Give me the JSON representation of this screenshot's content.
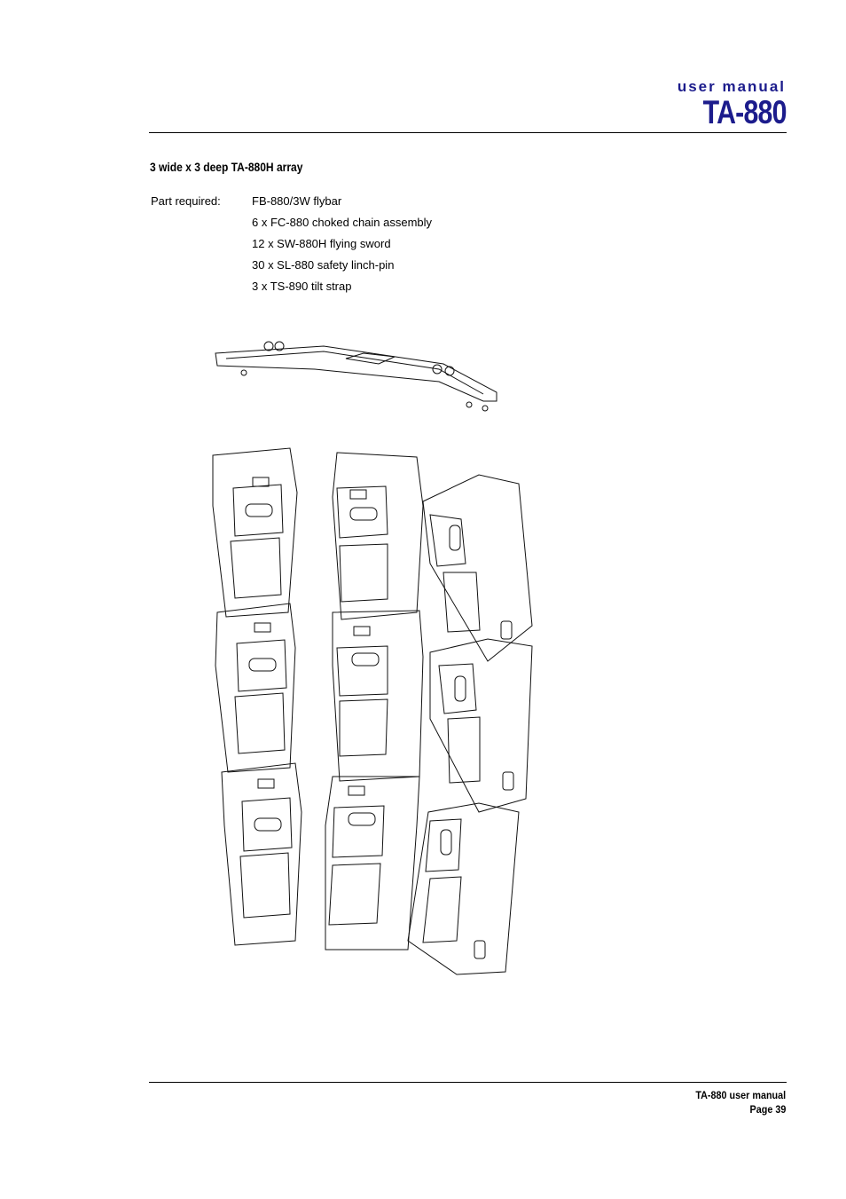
{
  "header": {
    "subtitle": "user manual",
    "title": "TA-880"
  },
  "section": {
    "title": "3 wide x 3 deep TA-880H array",
    "parts_label": "Part required:",
    "parts": [
      "FB-880/3W flybar",
      "6 x FC-880 choked chain assembly",
      "12 x SW-880H flying sword",
      "30 x SL-880 safety linch-pin",
      "3 x TS-890 tilt strap"
    ]
  },
  "footer": {
    "manual": "TA-880 user manual",
    "page": "Page 39"
  },
  "figure": {
    "icon": "loudspeaker-array-illustration"
  }
}
